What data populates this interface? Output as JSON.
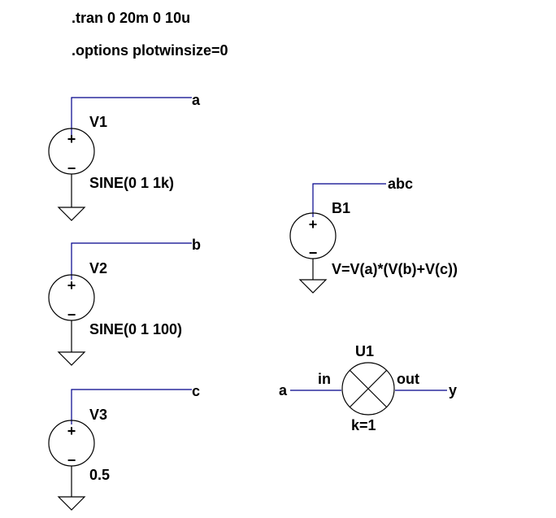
{
  "directives": [
    ".tran 0 20m 0 10u",
    ".options plotwinsize=0"
  ],
  "sources": [
    {
      "name": "V1",
      "value": "SINE(0 1 1k)",
      "net": "a"
    },
    {
      "name": "V2",
      "value": "SINE(0 1 100)",
      "net": "b"
    },
    {
      "name": "V3",
      "value": "0.5",
      "net": "c"
    }
  ],
  "bsource": {
    "name": "B1",
    "value": "V=V(a)*(V(b)+V(c))",
    "net": "abc"
  },
  "multiplier": {
    "name": "U1",
    "param": "k=1",
    "in_pin": "in",
    "out_pin": "out",
    "in_net": "a",
    "out_net": "y"
  },
  "polarity": {
    "plus": "+",
    "minus": "−"
  },
  "colors": {
    "wire": "#00008b",
    "symbol": "#000000",
    "text": "#000000",
    "background": "#ffffff"
  }
}
